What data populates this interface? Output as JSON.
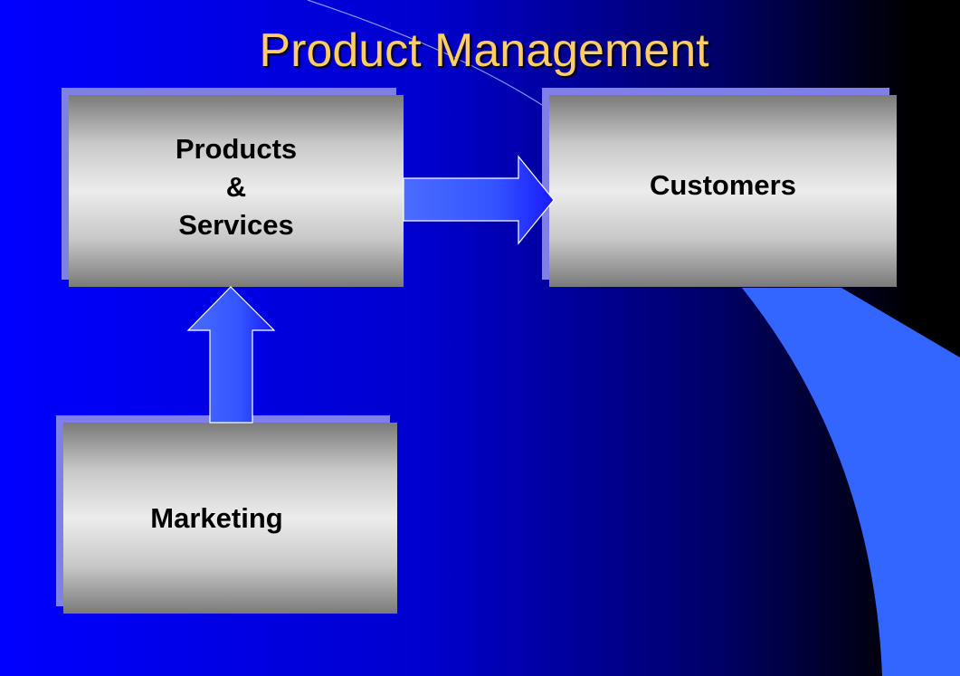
{
  "title": "Product Management",
  "boxes": {
    "products": {
      "lines": [
        "Products",
        "&",
        "Services"
      ]
    },
    "customers": {
      "label": "Customers"
    },
    "marketing": {
      "label": "Marketing"
    }
  },
  "colors": {
    "background_left": "#0000ff",
    "background_right": "#000000",
    "title": "#ffcc66",
    "arrow": "#3366ff",
    "accent_curve": "#3366ff"
  }
}
